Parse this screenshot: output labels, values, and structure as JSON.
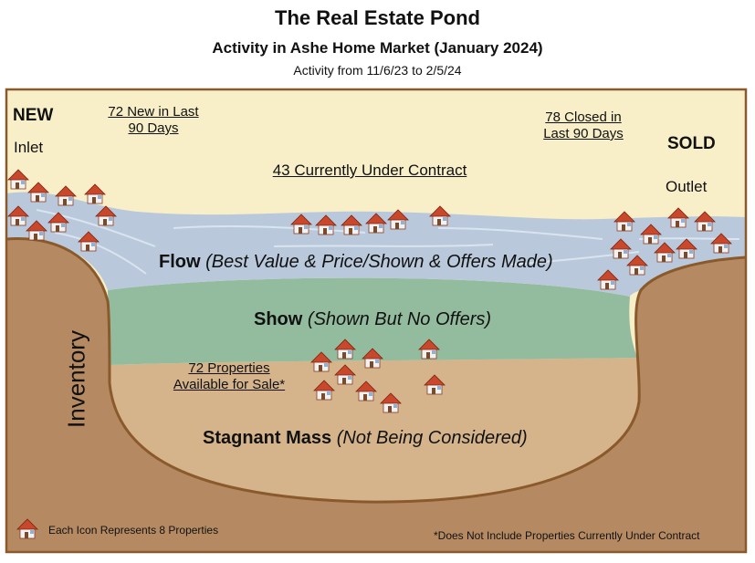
{
  "header": {
    "title": "The Real Estate Pond",
    "subtitle": "Activity in Ashe Home Market (January 2024)",
    "date_range": "Activity from 11/6/23 to 2/5/24"
  },
  "inlet": {
    "heading": "NEW",
    "label": "Inlet",
    "count_line1": "72 New in Last",
    "count_line2": "90 Days",
    "houses": 9
  },
  "outlet": {
    "heading": "SOLD",
    "label": "Outlet",
    "count_line1": "78 Closed in",
    "count_line2": "Last 90 Days",
    "houses": 10
  },
  "contract": {
    "label": "43 Currently Under Contract",
    "houses": 6
  },
  "zones": {
    "flow": {
      "name": "Flow",
      "desc": "(Best Value & Price/Shown & Offers Made)"
    },
    "show": {
      "name": "Show",
      "desc": "(Shown But No Offers)"
    },
    "stagnant": {
      "name": "Stagnant Mass",
      "desc": "(Not Being Considered)"
    }
  },
  "inventory": {
    "label": "Inventory",
    "available_line1": "72 Properties",
    "available_line2": "Available for Sale*",
    "houses": 9
  },
  "legend": {
    "icon_label": "Each Icon Represents 8 Properties",
    "footnote": "*Does Not Include Properties Currently Under Contract"
  },
  "colors": {
    "sky": "#f8efc9",
    "water": "#b9c9db",
    "show": "#93bc9f",
    "stagnant": "#d5b48c",
    "ground": "#b58a62",
    "border": "#8a5a2c",
    "house_roof": "#c9472b",
    "house_wall": "#f2f2f2"
  }
}
